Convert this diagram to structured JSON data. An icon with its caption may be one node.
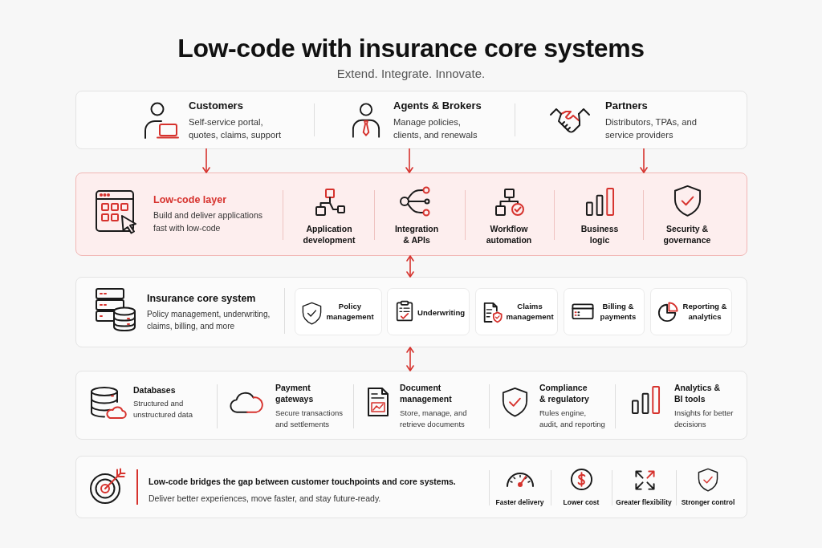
{
  "diagram": {
    "title": "Low-code with insurance core systems",
    "nodes": [
      {
        "text": [],
        "shape": "box"
      },
      {
        "text": [
          "Customers",
          "Self-service portal, quotes, claims, support"
        ],
        "in": 0
      },
      {
        "text": [
          "Agents & Brokers",
          "Manage policies, clients, and renewals"
        ],
        "in": 0
      },
      {
        "text": [
          "Partners",
          "Distributors, TPAs, and service providers"
        ],
        "in": 0
      },
      {
        "text": [
          "Low-code layer",
          "Build and deliver applications fast with low-code"
        ]
      },
      {
        "text": [
          "Application development"
        ],
        "in": 4
      },
      {
        "text": [
          "Integration & APIs"
        ],
        "in": 4
      },
      {
        "text": [
          "Workflow automation"
        ],
        "in": 4
      },
      {
        "text": [
          "Business logic"
        ],
        "in": 4
      },
      {
        "text": [
          "Security & governance"
        ],
        "in": 4
      },
      {
        "text": [
          "Insurance core system",
          "Policy management, underwriting, claims, billing, and more"
        ]
      },
      {
        "text": [
          "Policy management"
        ],
        "in": 10
      },
      {
        "text": [
          "Underwriting"
        ],
        "in": 10
      },
      {
        "text": [
          "Claims management"
        ],
        "in": 10
      },
      {
        "text": [
          "Billing & payments"
        ],
        "in": 10
      },
      {
        "text": [
          "Reporting & analytics"
        ],
        "in": 10
      },
      {
        "text": [],
        "shape": "box"
      },
      {
        "text": [
          "Databases",
          "Structured and unstructured data"
        ],
        "in": 16
      },
      {
        "text": [
          "Payment gateways",
          "Secure transactions and settlements"
        ],
        "in": 16
      },
      {
        "text": [
          "Document management",
          "Store, manage, and retrieve documents"
        ],
        "in": 16
      },
      {
        "text": [
          "Compliance & regulatory",
          "Rules engine, audit, and reporting"
        ],
        "in": 16
      },
      {
        "text": [
          "Analytics & BI tools",
          "Insights for better decisions"
        ],
        "in": 16
      },
      {
        "text": [
          "Low-code bridges the gap between customer touchpoints and core systems.",
          "Deliver better experiences, move faster, and stay future-ready."
        ]
      },
      {
        "text": [
          "Faster delivery"
        ],
        "in": 22
      },
      {
        "text": [
          "Lower cost"
        ],
        "in": 22
      },
      {
        "text": [
          "Greater flexibility"
        ],
        "in": 22
      },
      {
        "text": [
          "Stronger control"
        ],
        "in": 22
      }
    ],
    "edges": [
      {
        "from": 1,
        "to": 4,
        "arrow": "to"
      },
      {
        "from": 2,
        "to": 4,
        "arrow": "to"
      },
      {
        "from": 3,
        "to": 4,
        "arrow": "to"
      },
      {
        "from": 4,
        "to": 10,
        "arrow": "both"
      },
      {
        "from": 10,
        "to": 16,
        "arrow": "both"
      }
    ],
    "labels": [
      "Extend. Integrate. Innovate."
    ]
  }
}
